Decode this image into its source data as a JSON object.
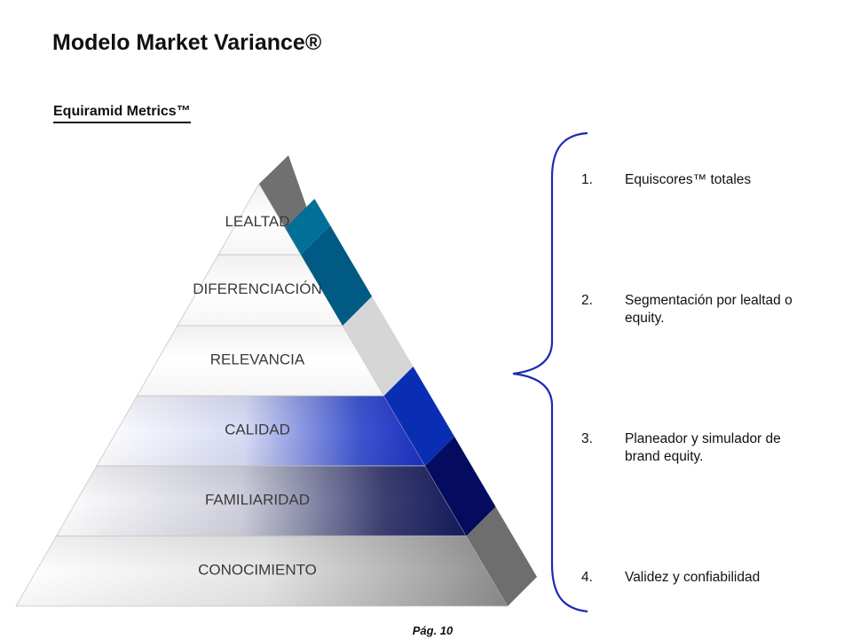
{
  "slide": {
    "title": "Modelo Market Variance®",
    "subtitle": "Equiramid Metrics™",
    "footer": "Pág. 10"
  },
  "pyramid": {
    "levels": [
      {
        "label": "LEALTAD",
        "fill": "none",
        "side_color": "#007099"
      },
      {
        "label": "DIFERENCIACIÓN",
        "fill": "none",
        "side_color": "#005a84"
      },
      {
        "label": "RELEVANCIA",
        "fill": "none",
        "side_color": "#d6d6d6"
      },
      {
        "label": "CALIDAD",
        "fill": "blue",
        "side_color": "#0a2eb3"
      },
      {
        "label": "FAMILIARIDAD",
        "fill": "navy",
        "side_color": "#050b5e"
      },
      {
        "label": "CONOCIMIENTO",
        "fill": "gray",
        "side_color": "#6e6e6e"
      }
    ],
    "apex_side_color": "#707070",
    "brace_color": "#1c2bb5"
  },
  "list": {
    "items": [
      {
        "num": "1.",
        "text": "Equiscores™ totales"
      },
      {
        "num": "2.",
        "text": "Segmentación por lealtad o equity."
      },
      {
        "num": "3.",
        "text": "Planeador y simulador de brand equity."
      },
      {
        "num": "4.",
        "text": "Validez y confiabilidad"
      }
    ]
  }
}
